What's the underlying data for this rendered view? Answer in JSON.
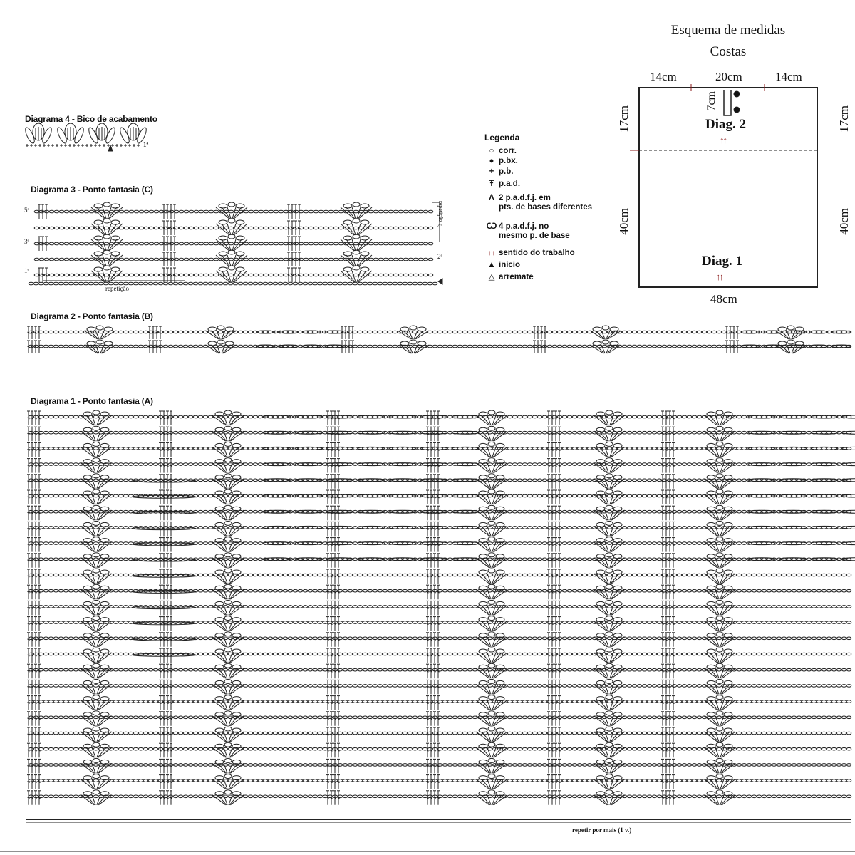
{
  "diagrams": {
    "d4": {
      "title": "Diagrama 4 - Bico de acabamento",
      "row_label": "1ª"
    },
    "d3": {
      "title": "Diagrama 3 - Ponto fantasia (C)",
      "row_labels": [
        "5ª",
        "3ª",
        "1ª"
      ],
      "side_labels": [
        "4ª",
        "2ª"
      ],
      "repeat_side": "repetição",
      "repeat_bottom": "repetição"
    },
    "d2": {
      "title": "Diagrama 2 - Ponto fantasia (B)"
    },
    "d1": {
      "title": "Diagrama 1 - Ponto fantasia (A)",
      "footer": "repetir por mais (1 v.)"
    }
  },
  "legend": {
    "title": "Legenda",
    "items": [
      {
        "icon": "chain-oval-icon",
        "label": "corr."
      },
      {
        "icon": "slip-stitch-dot-icon",
        "label": "p.bx."
      },
      {
        "icon": "single-crochet-plus-icon",
        "label": "p.b."
      },
      {
        "icon": "double-crochet-icon",
        "label": "p.a.d."
      },
      {
        "icon": "two-dc-together-icon",
        "label": "2 p.a.d.f.j. em",
        "label2": "pts. de bases diferentes"
      },
      {
        "icon": "four-dc-cluster-icon",
        "label": "4 p.a.d.f.j. no",
        "label2": "mesmo p. de base"
      },
      {
        "icon": "work-direction-arrows-icon",
        "label": "sentido do trabalho"
      },
      {
        "icon": "start-arrow-icon",
        "label": "início"
      },
      {
        "icon": "finish-arrow-icon",
        "label": "arremate"
      }
    ]
  },
  "schema": {
    "title": "Esquema de medidas",
    "subtitle": "Costas",
    "top_left": "14cm",
    "top_center": "20cm",
    "top_right": "14cm",
    "left_top": "17cm",
    "left_bottom": "40cm",
    "right_top": "17cm",
    "right_bottom": "40cm",
    "neck": "7cm",
    "bottom": "48cm",
    "diag2": "Diag. 2",
    "diag1": "Diag. 1",
    "arrows": "↑↑"
  }
}
